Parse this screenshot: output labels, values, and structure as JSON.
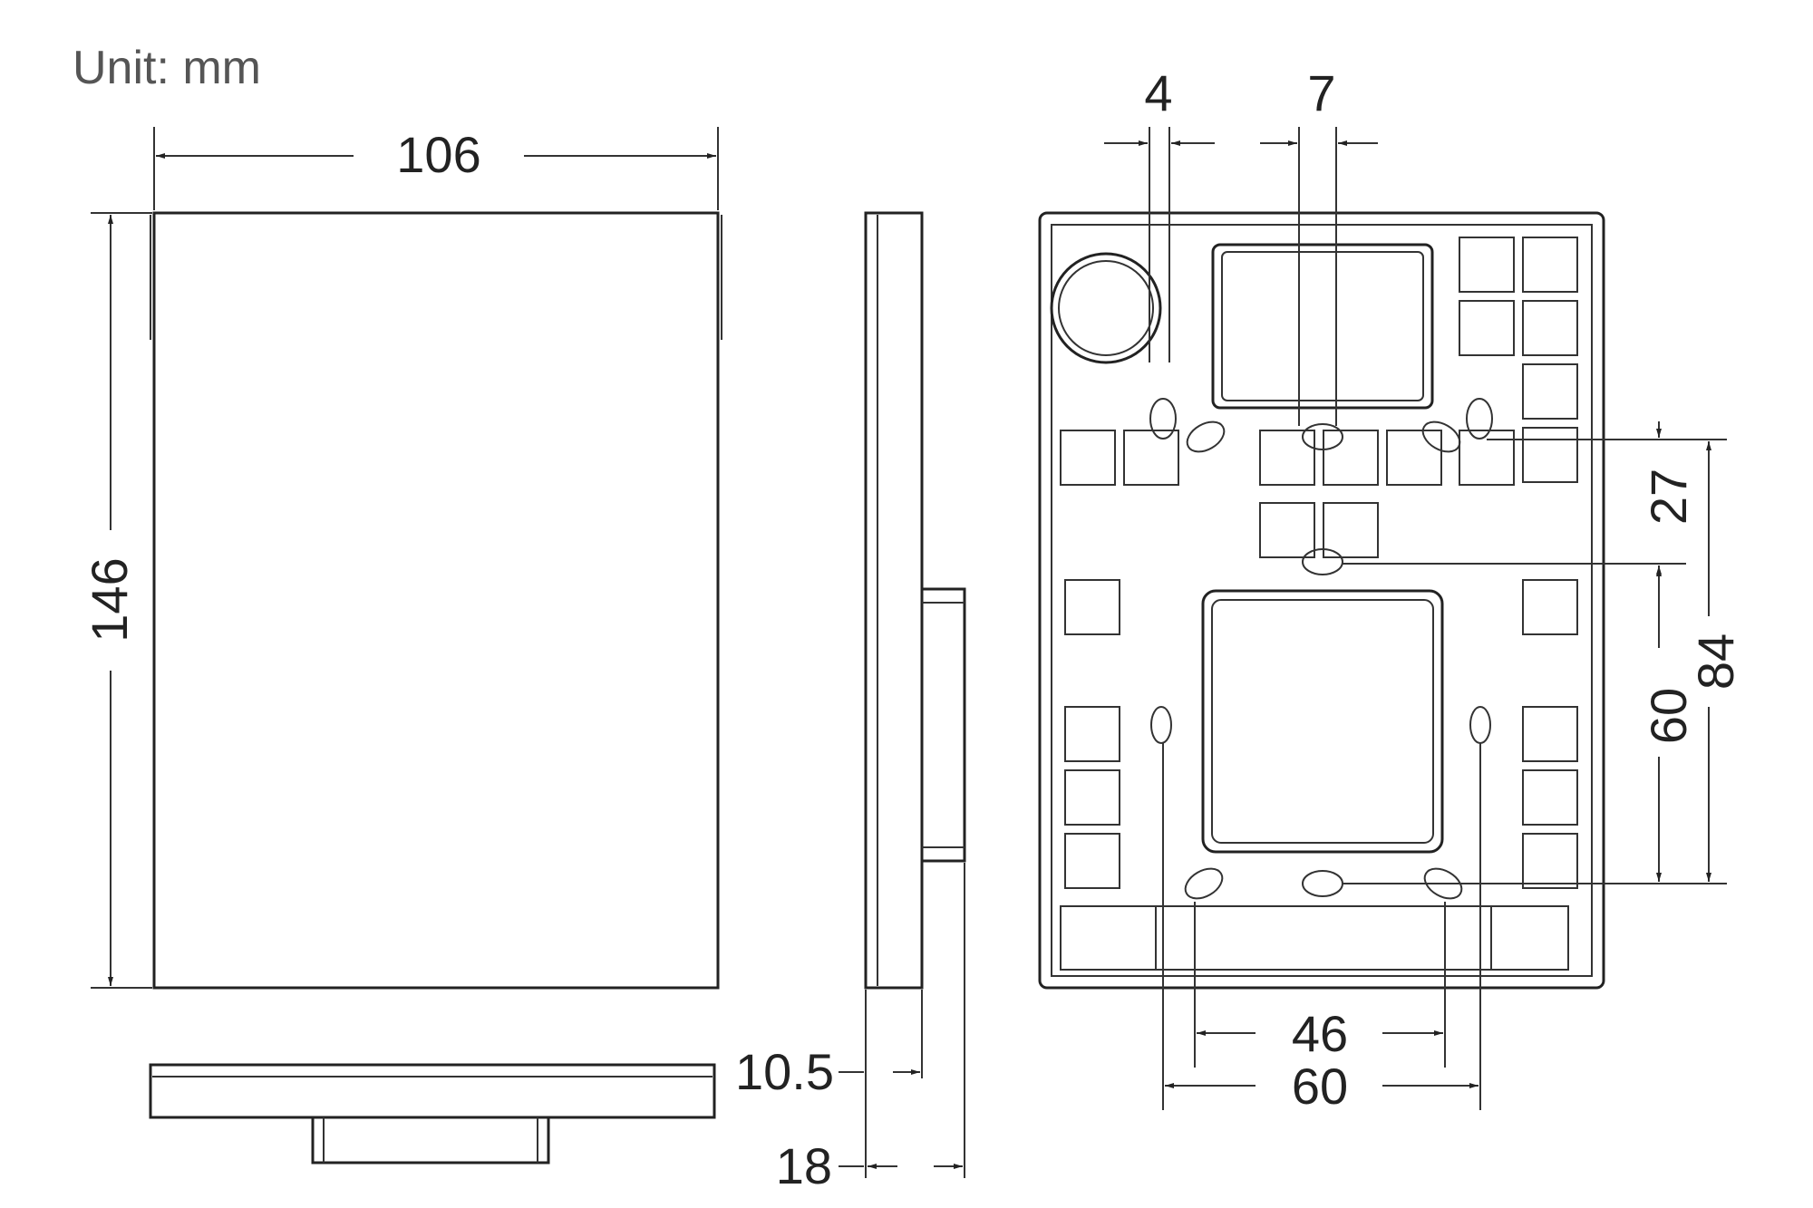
{
  "unit_label": "Unit: mm",
  "dimensions": {
    "width": "106",
    "height": "146",
    "slot_a": "4",
    "slot_b": "7",
    "depth_front": "10.5",
    "depth_total": "18",
    "hole_spacing_small": "27",
    "hole_spacing_mid": "60",
    "hole_spacing_large": "84",
    "hole_spacing_h_inner": "46",
    "hole_spacing_h_outer": "60"
  },
  "colors": {
    "line": "#222222",
    "background": "#ffffff"
  }
}
